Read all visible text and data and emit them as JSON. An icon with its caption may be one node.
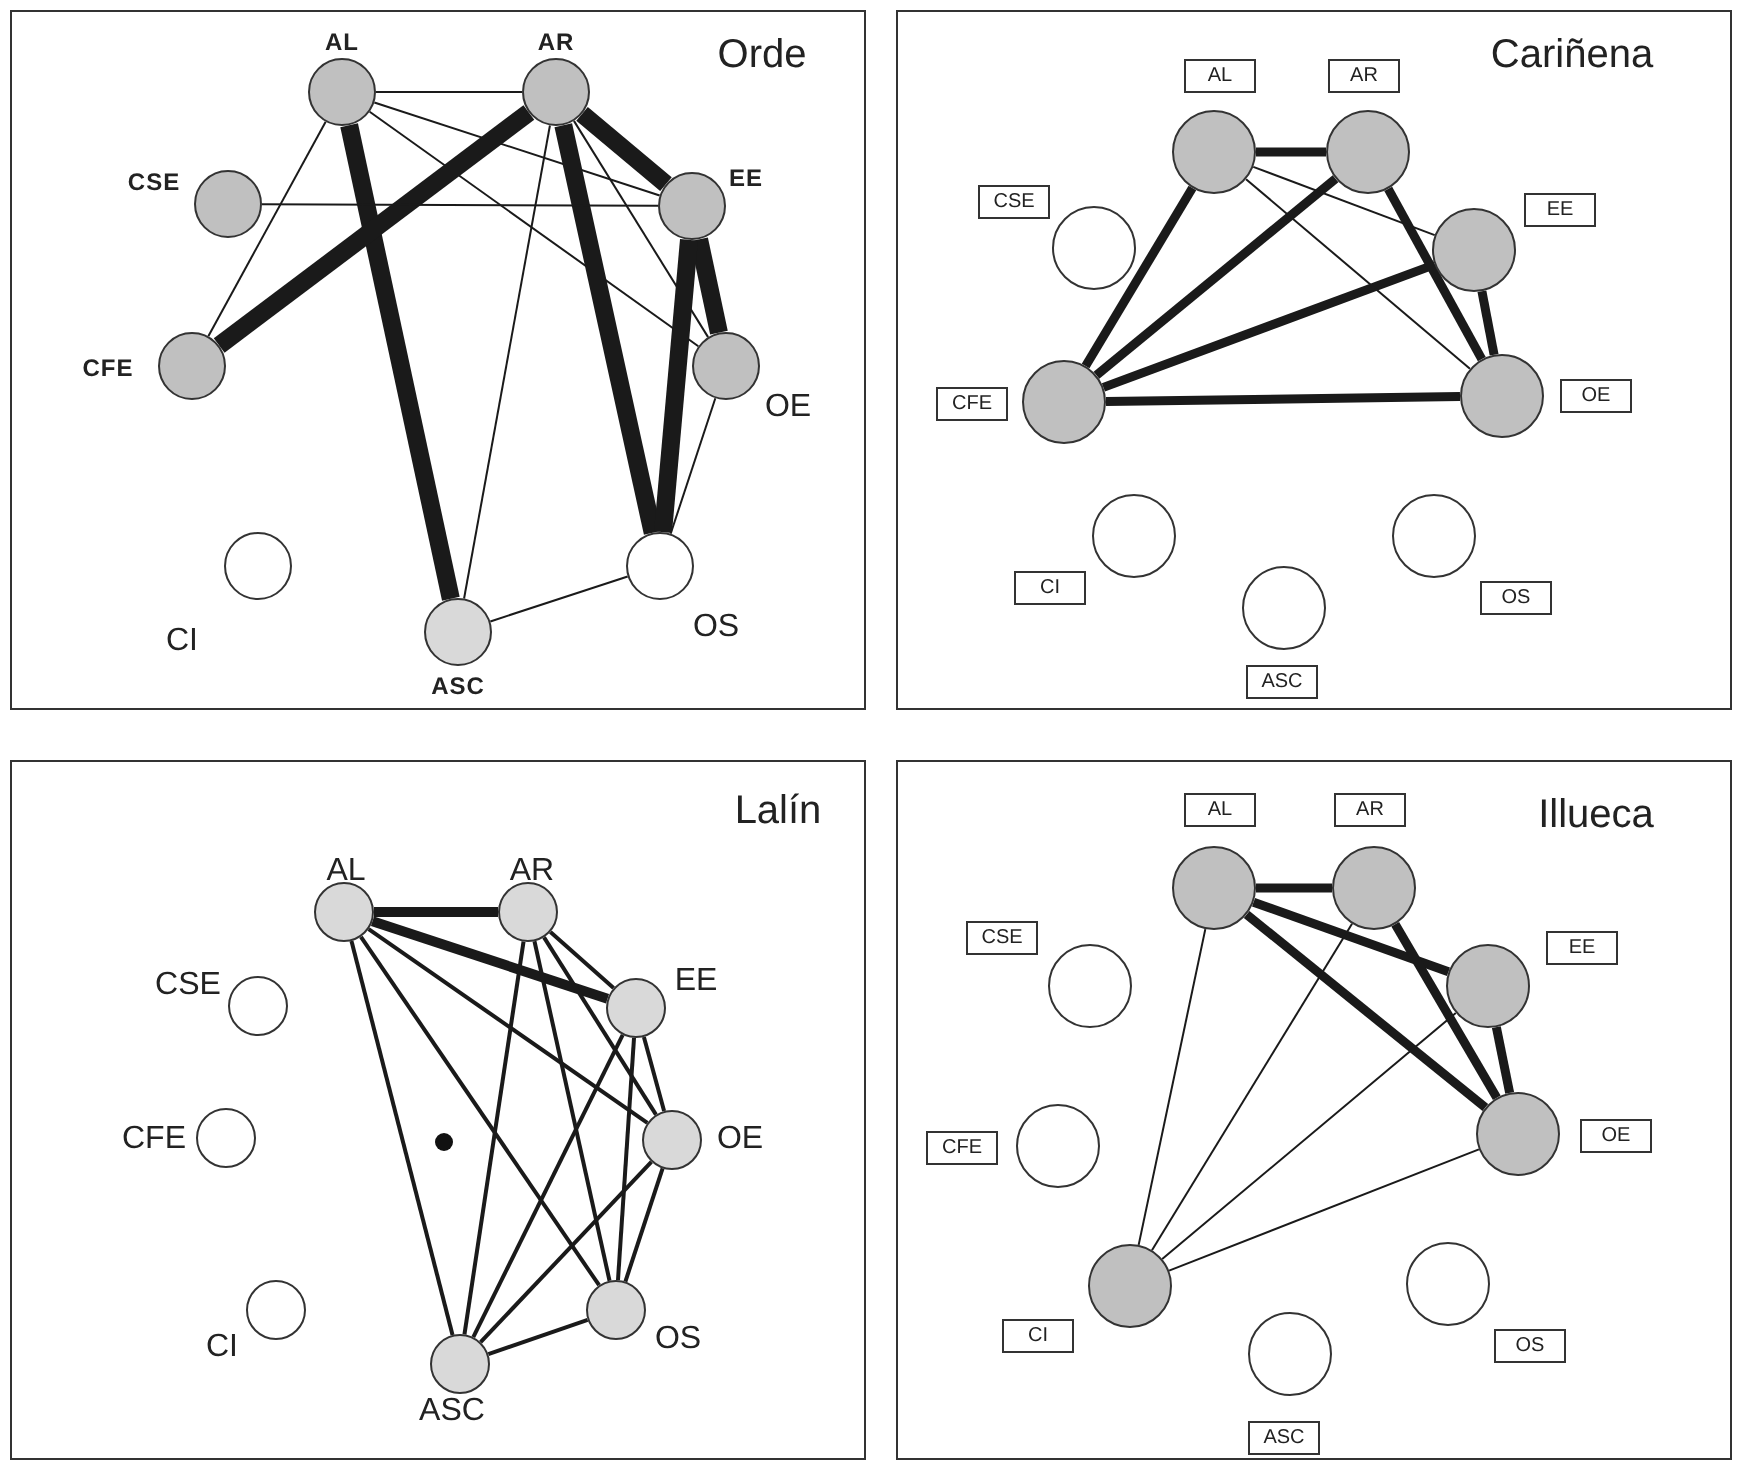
{
  "diagram": {
    "nodes": [
      {
        "text": [
          "Orde"
        ]
      },
      {
        "text": [
          "AL"
        ],
        "in": 0
      },
      {
        "text": [
          "AR"
        ],
        "in": 0
      },
      {
        "text": [
          "CSE"
        ],
        "in": 0
      },
      {
        "text": [
          "EE"
        ],
        "in": 0
      },
      {
        "text": [
          "CFE"
        ],
        "in": 0
      },
      {
        "text": [
          "OE"
        ],
        "in": 0
      },
      {
        "text": [
          "CI"
        ],
        "in": 0
      },
      {
        "text": [
          "OS"
        ],
        "in": 0
      },
      {
        "text": [
          "ASC"
        ],
        "in": 0
      },
      {
        "text": [
          "Cariñena"
        ]
      },
      {
        "text": [
          "AL"
        ],
        "in": 10
      },
      {
        "text": [
          "AR"
        ],
        "in": 10
      },
      {
        "text": [
          "CSE"
        ],
        "in": 10
      },
      {
        "text": [
          "EE"
        ],
        "in": 10
      },
      {
        "text": [
          "CFE"
        ],
        "in": 10
      },
      {
        "text": [
          "OE"
        ],
        "in": 10
      },
      {
        "text": [
          "CI"
        ],
        "in": 10
      },
      {
        "text": [
          "OS"
        ],
        "in": 10
      },
      {
        "text": [
          "ASC"
        ],
        "in": 10
      },
      {
        "text": [
          "Lalín"
        ]
      },
      {
        "text": [
          "AL"
        ],
        "in": 20
      },
      {
        "text": [
          "AR"
        ],
        "in": 20
      },
      {
        "text": [
          "CSE"
        ],
        "in": 20
      },
      {
        "text": [
          "EE"
        ],
        "in": 20
      },
      {
        "text": [
          "CFE"
        ],
        "in": 20
      },
      {
        "text": [
          "OE"
        ],
        "in": 20
      },
      {
        "text": [
          "CI"
        ],
        "in": 20
      },
      {
        "text": [
          "OS"
        ],
        "in": 20
      },
      {
        "text": [
          "ASC"
        ],
        "in": 20
      },
      {
        "text": [
          "Illueca"
        ]
      },
      {
        "text": [
          "AL"
        ],
        "in": 30
      },
      {
        "text": [
          "AR"
        ],
        "in": 30
      },
      {
        "text": [
          "CSE"
        ],
        "in": 30
      },
      {
        "text": [
          "EE"
        ],
        "in": 30
      },
      {
        "text": [
          "CFE"
        ],
        "in": 30
      },
      {
        "text": [
          "OE"
        ],
        "in": 30
      },
      {
        "text": [
          "CI"
        ],
        "in": 30
      },
      {
        "text": [
          "OS"
        ],
        "in": 30
      },
      {
        "text": [
          "ASC"
        ],
        "in": 30
      }
    ],
    "edges": [
      {
        "from": 1,
        "to": 2,
        "arrow": "none"
      },
      {
        "from": 1,
        "to": 4,
        "arrow": "none"
      },
      {
        "from": 1,
        "to": 6,
        "arrow": "none"
      },
      {
        "from": 1,
        "to": 5,
        "arrow": "none"
      },
      {
        "from": 1,
        "to": 9,
        "arrow": "none",
        "style": "thick"
      },
      {
        "from": 2,
        "to": 5,
        "arrow": "none",
        "style": "thick"
      },
      {
        "from": 2,
        "to": 4,
        "arrow": "none",
        "style": "thick"
      },
      {
        "from": 2,
        "to": 8,
        "arrow": "none",
        "style": "thick"
      },
      {
        "from": 2,
        "to": 9,
        "arrow": "none"
      },
      {
        "from": 2,
        "to": 6,
        "arrow": "none"
      },
      {
        "from": 4,
        "to": 6,
        "arrow": "none",
        "style": "thick"
      },
      {
        "from": 4,
        "to": 8,
        "arrow": "none",
        "style": "thick"
      },
      {
        "from": 3,
        "to": 4,
        "arrow": "none"
      },
      {
        "from": 6,
        "to": 8,
        "arrow": "none"
      },
      {
        "from": 9,
        "to": 8,
        "arrow": "none"
      },
      {
        "from": 11,
        "to": 12,
        "arrow": "none",
        "style": "thick"
      },
      {
        "from": 11,
        "to": 15,
        "arrow": "none",
        "style": "thick"
      },
      {
        "from": 12,
        "to": 15,
        "arrow": "none",
        "style": "thick"
      },
      {
        "from": 14,
        "to": 15,
        "arrow": "none",
        "style": "thick"
      },
      {
        "from": 15,
        "to": 16,
        "arrow": "none",
        "style": "thick"
      },
      {
        "from": 12,
        "to": 16,
        "arrow": "none",
        "style": "thick"
      },
      {
        "from": 14,
        "to": 16,
        "arrow": "none",
        "style": "thick"
      },
      {
        "from": 11,
        "to": 14,
        "arrow": "none"
      },
      {
        "from": 11,
        "to": 16,
        "arrow": "none"
      },
      {
        "from": 21,
        "to": 22,
        "arrow": "none",
        "style": "thick"
      },
      {
        "from": 21,
        "to": 24,
        "arrow": "none",
        "style": "thick"
      },
      {
        "from": 21,
        "to": 26,
        "arrow": "none"
      },
      {
        "from": 21,
        "to": 28,
        "arrow": "none"
      },
      {
        "from": 21,
        "to": 29,
        "arrow": "none"
      },
      {
        "from": 22,
        "to": 24,
        "arrow": "none"
      },
      {
        "from": 22,
        "to": 26,
        "arrow": "none"
      },
      {
        "from": 22,
        "to": 28,
        "arrow": "none"
      },
      {
        "from": 22,
        "to": 29,
        "arrow": "none"
      },
      {
        "from": 24,
        "to": 26,
        "arrow": "none"
      },
      {
        "from": 24,
        "to": 28,
        "arrow": "none"
      },
      {
        "from": 24,
        "to": 29,
        "arrow": "none"
      },
      {
        "from": 26,
        "to": 29,
        "arrow": "none"
      },
      {
        "from": 26,
        "to": 28,
        "arrow": "none"
      },
      {
        "from": 29,
        "to": 28,
        "arrow": "none"
      },
      {
        "from": 31,
        "to": 32,
        "arrow": "none",
        "style": "thick"
      },
      {
        "from": 31,
        "to": 34,
        "arrow": "none",
        "style": "thick"
      },
      {
        "from": 31,
        "to": 36,
        "arrow": "none",
        "style": "thick"
      },
      {
        "from": 32,
        "to": 36,
        "arrow": "none",
        "style": "thick"
      },
      {
        "from": 34,
        "to": 36,
        "arrow": "none",
        "style": "thick"
      },
      {
        "from": 31,
        "to": 37,
        "arrow": "none"
      },
      {
        "from": 32,
        "to": 37,
        "arrow": "none"
      },
      {
        "from": 34,
        "to": 37,
        "arrow": "none"
      },
      {
        "from": 36,
        "to": 37,
        "arrow": "none"
      }
    ]
  }
}
